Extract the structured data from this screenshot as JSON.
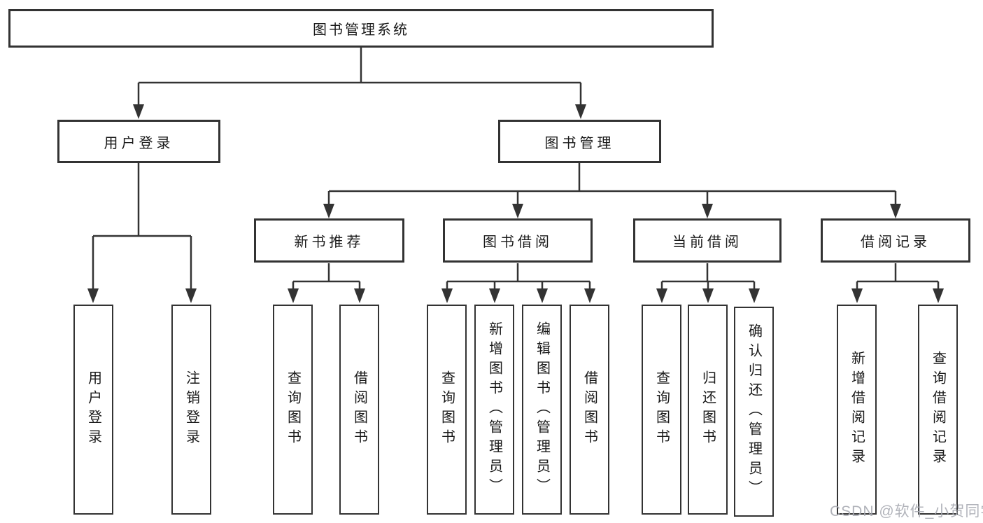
{
  "tree": {
    "root": "图书管理系统",
    "branches": [
      {
        "label": "用户登录",
        "children": [
          "用户登录",
          "注销登录"
        ]
      },
      {
        "label": "图书管理",
        "groups": [
          {
            "label": "新书推荐",
            "children": [
              "查询图书",
              "借阅图书"
            ]
          },
          {
            "label": "图书借阅",
            "children": [
              "查询图书",
              "新增图书（管理员）",
              "编辑图书（管理员）",
              "借阅图书"
            ]
          },
          {
            "label": "当前借阅",
            "children": [
              "查询图书",
              "归还图书",
              "确认归还（管理员）"
            ]
          },
          {
            "label": "借阅记录",
            "children": [
              "新增借阅记录",
              "查询借阅记录"
            ]
          }
        ]
      }
    ]
  },
  "watermark": {
    "text": "CSDN @软件_小贺同学"
  },
  "colors": {
    "line": "#333333",
    "text": "#1a1a1a",
    "watermark": "#a8abb3",
    "background": "#ffffff"
  }
}
